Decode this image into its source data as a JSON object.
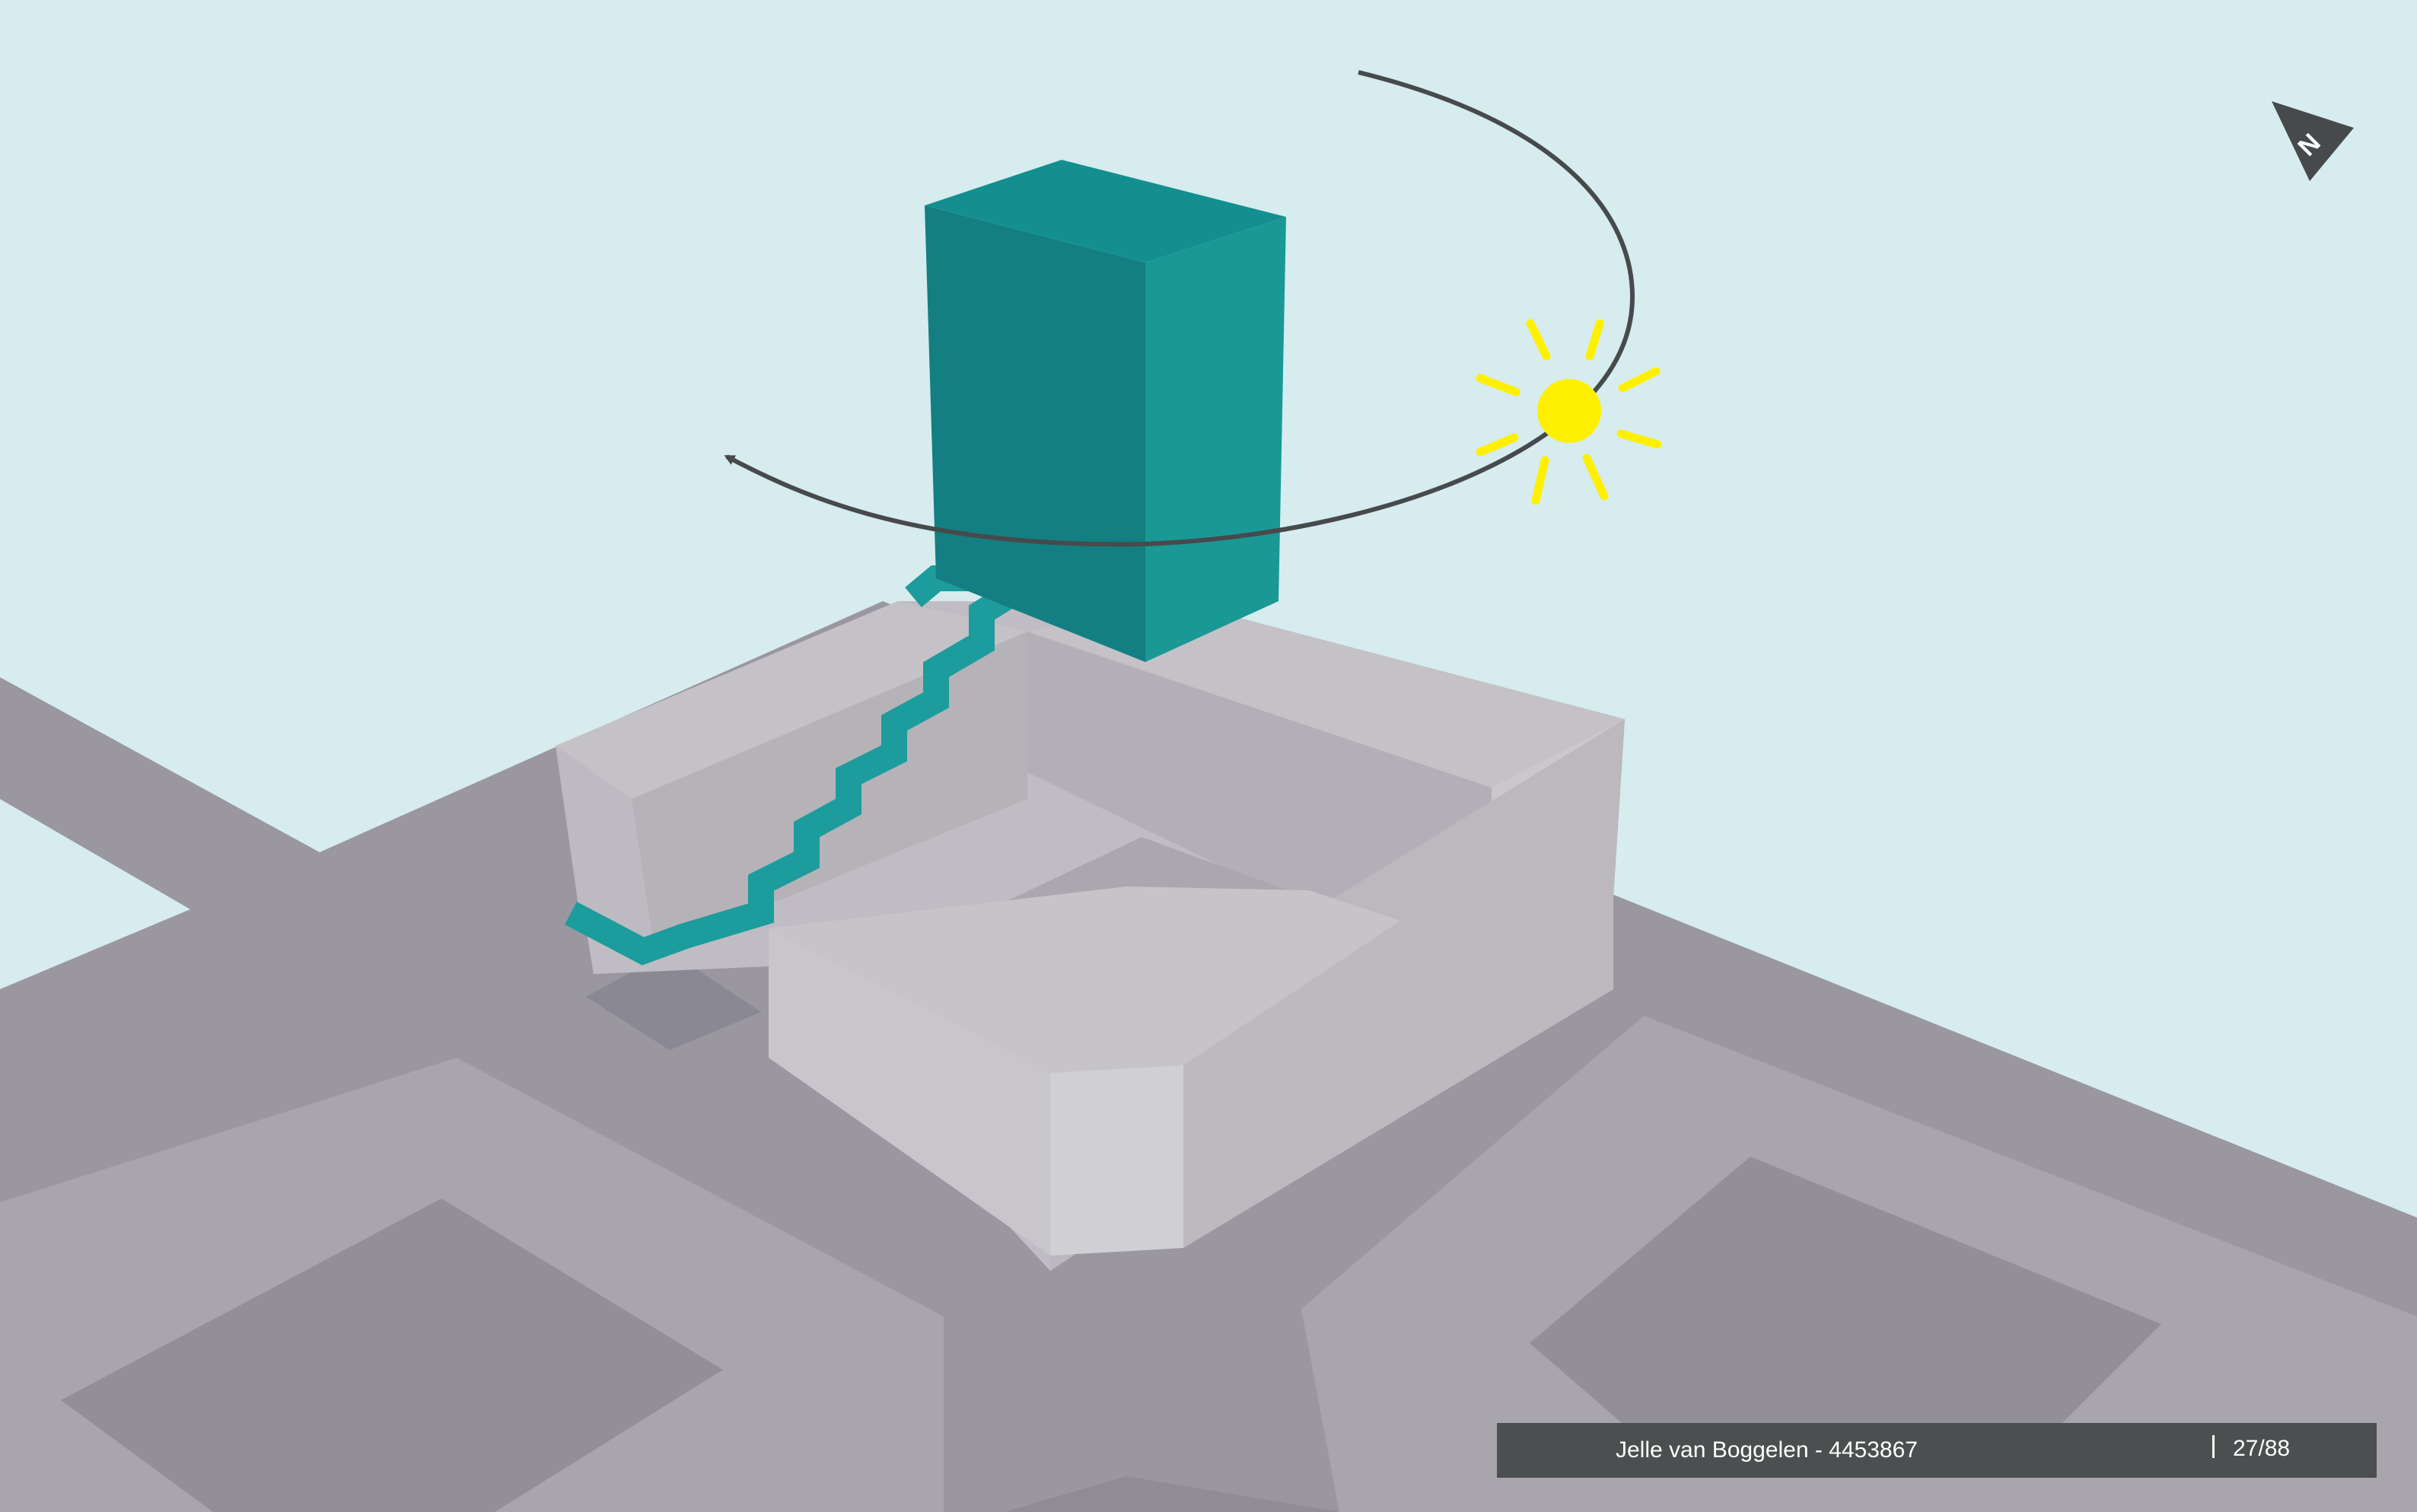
{
  "footer": {
    "author": "Jelle van Boggelen - 4453867",
    "page": "27/88"
  },
  "compass": {
    "letter": "N"
  },
  "icons": {
    "sun": "sun-icon",
    "compass": "north-arrow-icon",
    "sun_path": "sun-path-arrow"
  },
  "colors": {
    "sky": "#d6ecee",
    "ground": "#9a97a0",
    "building_grey": "#c0bec4",
    "tower_teal": "#138f8f",
    "sun_yellow": "#fff000",
    "footer_bg": "#4c4f50"
  }
}
